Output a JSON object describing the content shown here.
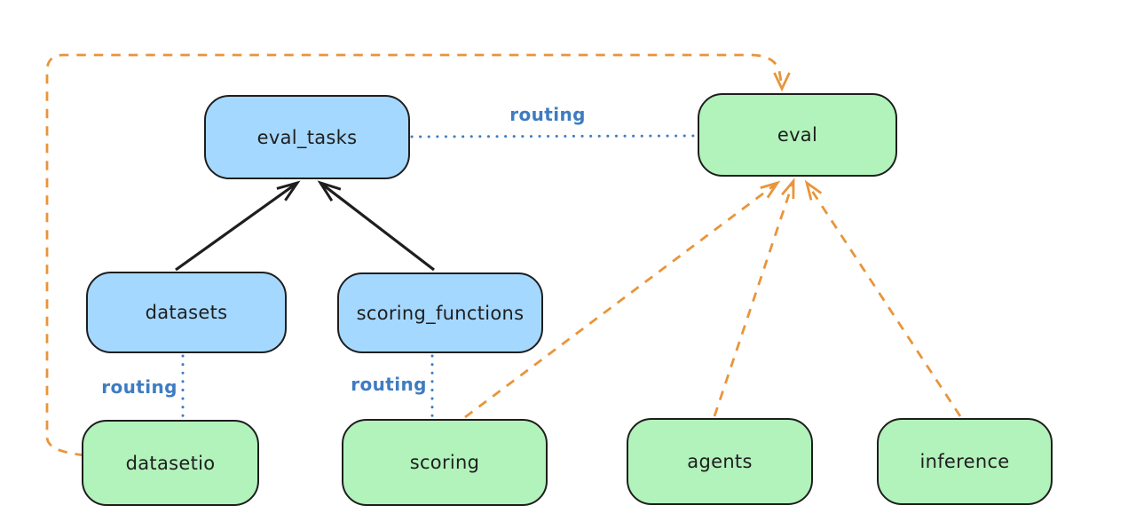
{
  "diagram": {
    "background": "#ffffff",
    "nodes": [
      {
        "id": "eval_tasks",
        "label": "eval_tasks",
        "fill": "#a5d8ff"
      },
      {
        "id": "eval",
        "label": "eval",
        "fill": "#b2f2bb"
      },
      {
        "id": "datasets",
        "label": "datasets",
        "fill": "#a5d8ff"
      },
      {
        "id": "scoring_functions",
        "label": "scoring_functions",
        "fill": "#a5d8ff"
      },
      {
        "id": "datasetio",
        "label": "datasetio",
        "fill": "#b2f2bb"
      },
      {
        "id": "scoring",
        "label": "scoring",
        "fill": "#b2f2bb"
      },
      {
        "id": "agents",
        "label": "agents",
        "fill": "#b2f2bb"
      },
      {
        "id": "inference",
        "label": "inference",
        "fill": "#b2f2bb"
      }
    ],
    "edges": [
      {
        "id": "eval_tasks-eval",
        "from": "eval_tasks",
        "to": "eval",
        "style": "dotted",
        "color": "#3e7cc2",
        "label": "routing"
      },
      {
        "id": "datasets-datasetio",
        "from": "datasets",
        "to": "datasetio",
        "style": "dotted",
        "color": "#3e7cc2",
        "label": "routing"
      },
      {
        "id": "scoring_functions-scoring",
        "from": "scoring_functions",
        "to": "scoring",
        "style": "dotted",
        "color": "#3e7cc2",
        "label": "routing"
      },
      {
        "id": "datasets-eval_tasks",
        "from": "datasets",
        "to": "eval_tasks",
        "style": "solid-arrow",
        "color": "#1e1e1e",
        "label": ""
      },
      {
        "id": "scoring_functions-eval_tasks",
        "from": "scoring_functions",
        "to": "eval_tasks",
        "style": "solid-arrow",
        "color": "#1e1e1e",
        "label": ""
      },
      {
        "id": "datasetio-eval",
        "from": "datasetio",
        "to": "eval",
        "style": "dashed-arrow",
        "color": "#e8953c",
        "label": ""
      },
      {
        "id": "scoring-eval",
        "from": "scoring",
        "to": "eval",
        "style": "dashed-arrow",
        "color": "#e8953c",
        "label": ""
      },
      {
        "id": "agents-eval",
        "from": "agents",
        "to": "eval",
        "style": "dashed-arrow",
        "color": "#e8953c",
        "label": ""
      },
      {
        "id": "inference-eval",
        "from": "inference",
        "to": "eval",
        "style": "dashed-arrow",
        "color": "#e8953c",
        "label": ""
      }
    ],
    "edge_labels": [
      {
        "id": "routing-top",
        "text": "routing"
      },
      {
        "id": "routing-datasets",
        "text": "routing"
      },
      {
        "id": "routing-scoring",
        "text": "routing"
      }
    ],
    "colors": {
      "node_stroke": "#1e1e1e",
      "blue_fill": "#a5d8ff",
      "green_fill": "#b2f2bb",
      "orange_dashed": "#e8953c",
      "routing_blue": "#3e7cc2",
      "text": "#1e1e1e"
    }
  }
}
